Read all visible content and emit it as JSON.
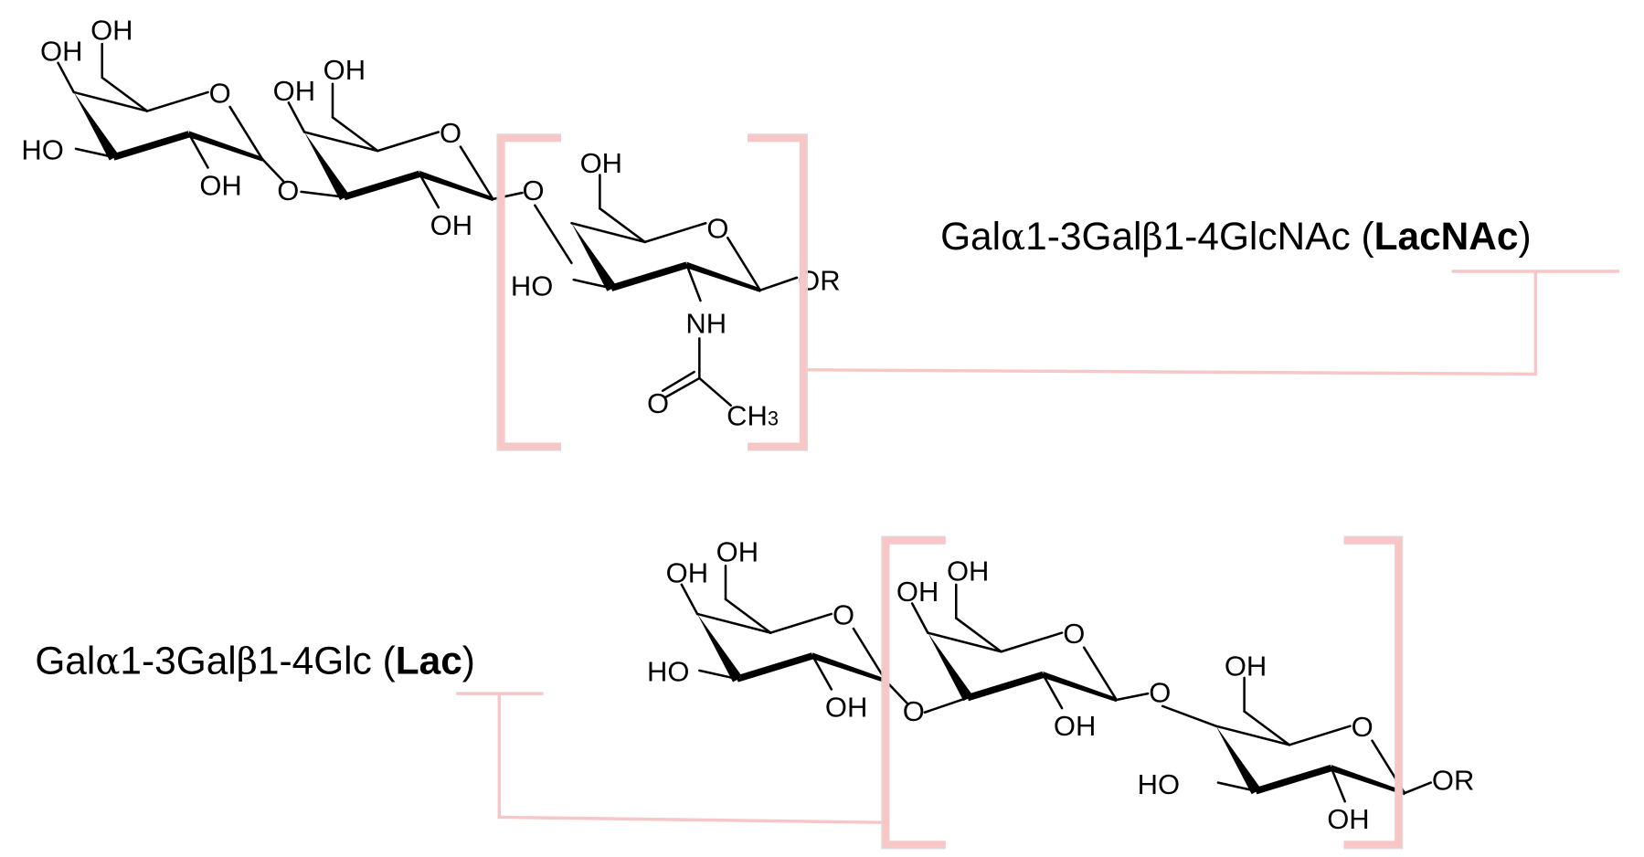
{
  "structures": {
    "lacnac": {
      "label_prefix": "Gal",
      "alpha": "α",
      "label_mid1": "1-3Gal",
      "beta": "β",
      "label_mid2": "1-4GlcNAc (",
      "abbrev": "LacNAc",
      "label_suffix": ")",
      "atoms": {
        "r1_oh4": "OH",
        "r1_oh6": "OH",
        "r1_ho3": "HO",
        "r1_oh2": "OH",
        "r1_o_ring": "O",
        "link1_o": "O",
        "r2_oh4": "OH",
        "r2_oh6": "OH",
        "r2_oh2": "OH",
        "r2_o_ring": "O",
        "link2_o": "O",
        "r3_oh6": "OH",
        "r3_ho3": "HO",
        "r3_o_ring": "O",
        "r3_or": "OR",
        "r3_nh": "NH",
        "r3_carbonyl_o": "O",
        "r3_ch": "CH",
        "r3_ch_sub": "3"
      }
    },
    "lac": {
      "label_prefix": "Gal",
      "alpha": "α",
      "label_mid1": "1-3Gal",
      "beta": "β",
      "label_mid2": "1-4Glc (",
      "abbrev": "Lac",
      "label_suffix": ")",
      "atoms": {
        "ra_oh4": "OH",
        "ra_oh6": "OH",
        "ra_ho3": "HO",
        "ra_oh2": "OH",
        "ra_o_ring": "O",
        "link1_o": "O",
        "rb_oh4": "OH",
        "rb_oh6": "OH",
        "rb_oh2": "OH",
        "rb_o_ring": "O",
        "link2_o": "O",
        "rc_oh6": "OH",
        "rc_ho3": "HO",
        "rc_oh2": "OH",
        "rc_o_ring": "O",
        "rc_or": "OR"
      }
    }
  },
  "colors": {
    "bracket": "#f7c6c7",
    "ink": "#000000"
  }
}
